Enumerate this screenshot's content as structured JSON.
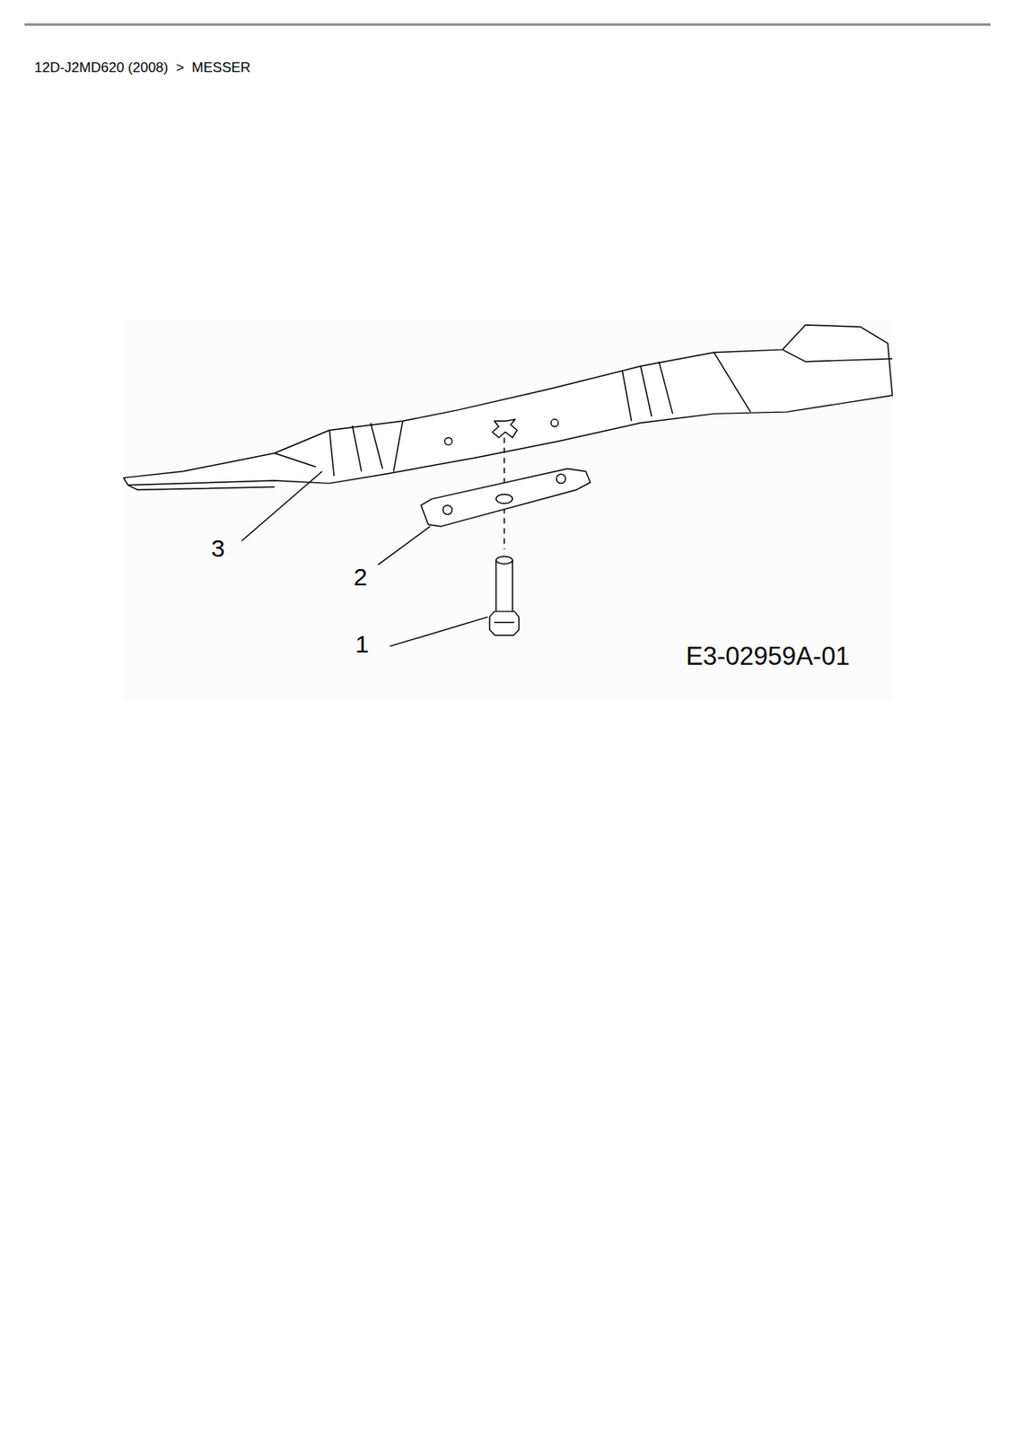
{
  "diagram": {
    "title": "12D-J2MD620 (2008)  >  MESSER",
    "labels": [
      "3",
      "2",
      "1",
      "E3-02959A-01"
    ]
  }
}
